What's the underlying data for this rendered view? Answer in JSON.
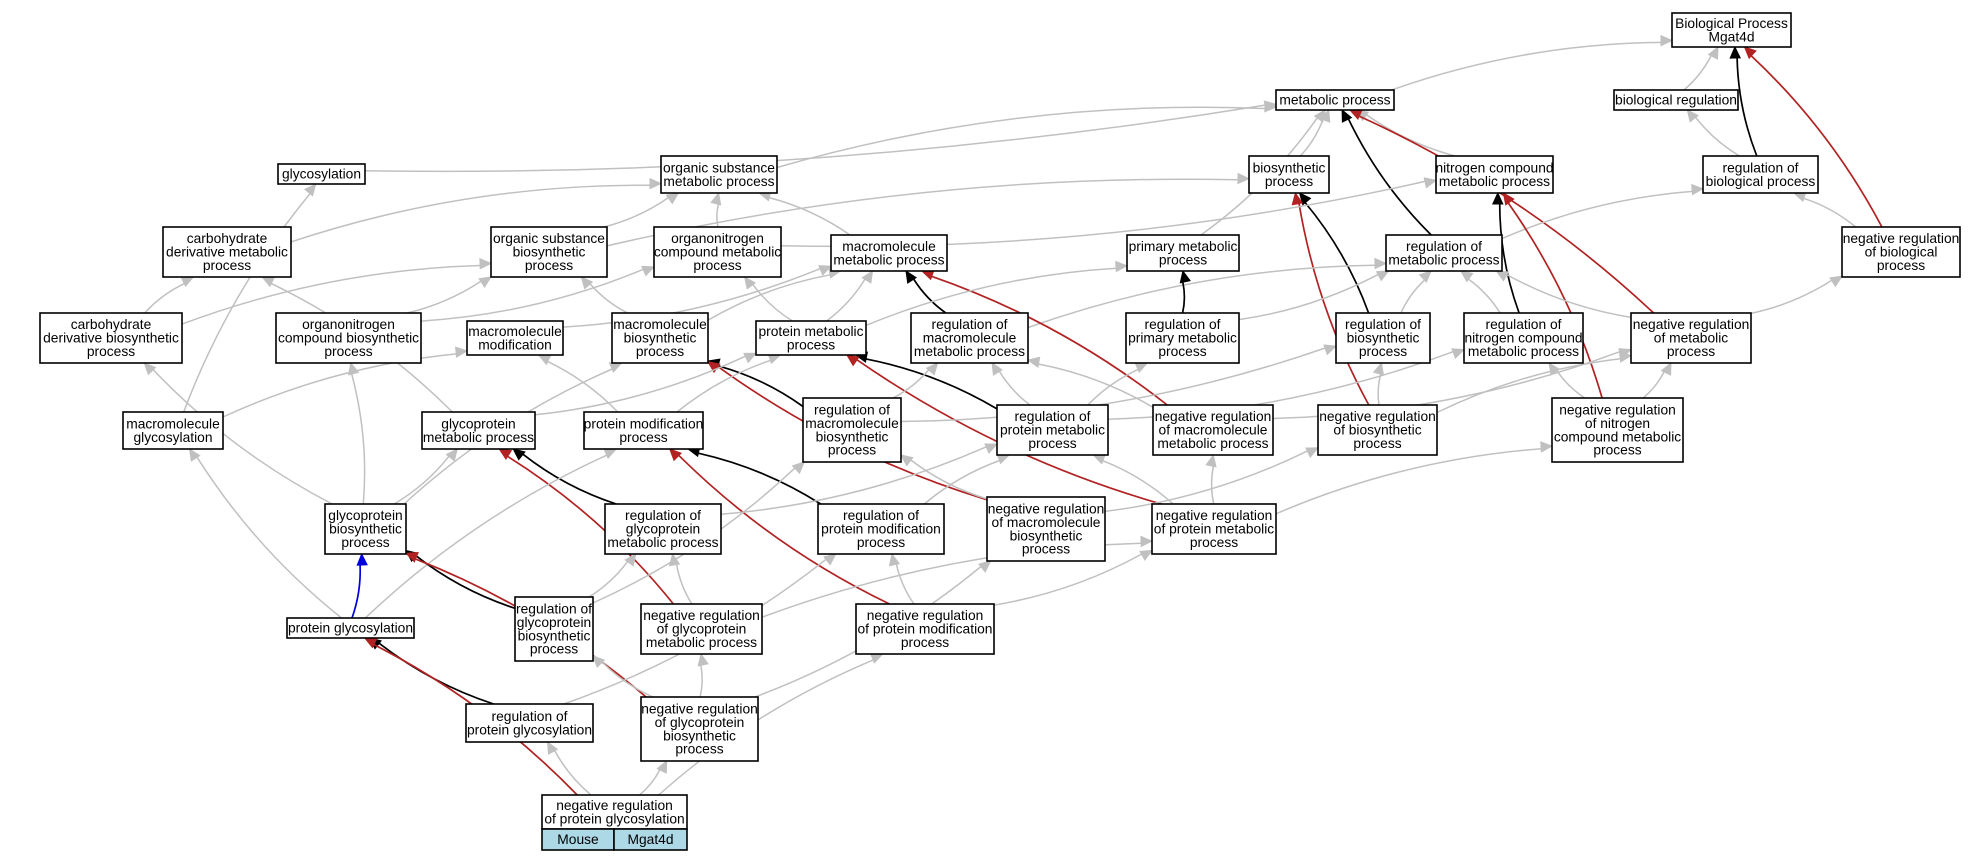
{
  "colors": {
    "background": "#ffffff",
    "node_border": "#000000",
    "node_fill": "#ffffff",
    "leaf_fill": "#add8e6",
    "is_a": "#c0c0c0",
    "regulates": "#000000",
    "negatively_regulates": "#b22222",
    "part_of": "#0000dd"
  },
  "nodes": {
    "bp_root": {
      "lines": [
        "Biological Process",
        "Mgat4d"
      ]
    },
    "metabolic": {
      "lines": [
        "metabolic process"
      ]
    },
    "bio_reg": {
      "lines": [
        "biological regulation"
      ]
    },
    "glycosylation": {
      "lines": [
        "glycosylation"
      ]
    },
    "org_sub_met": {
      "lines": [
        "organic substance",
        "metabolic process"
      ]
    },
    "biosynthetic": {
      "lines": [
        "biosynthetic",
        "process"
      ]
    },
    "nitro_met": {
      "lines": [
        "nitrogen compound",
        "metabolic process"
      ]
    },
    "reg_bio": {
      "lines": [
        "regulation of",
        "biological process"
      ]
    },
    "carb_deriv_met": {
      "lines": [
        "carbohydrate",
        "derivative metabolic",
        "process"
      ]
    },
    "org_sub_bios": {
      "lines": [
        "organic substance",
        "biosynthetic",
        "process"
      ]
    },
    "organonitro_met": {
      "lines": [
        "organonitrogen",
        "compound metabolic",
        "process"
      ]
    },
    "macro_met": {
      "lines": [
        "macromolecule",
        "metabolic process"
      ]
    },
    "primary_met": {
      "lines": [
        "primary metabolic",
        "process"
      ]
    },
    "reg_met": {
      "lines": [
        "regulation of",
        "metabolic process"
      ]
    },
    "neg_reg_bio": {
      "lines": [
        "negative regulation",
        "of biological",
        "process"
      ]
    },
    "carb_deriv_bios": {
      "lines": [
        "carbohydrate",
        "derivative biosynthetic",
        "process"
      ]
    },
    "organonitro_bios": {
      "lines": [
        "organonitrogen",
        "compound biosynthetic",
        "process"
      ]
    },
    "macro_mod": {
      "lines": [
        "macromolecule",
        "modification"
      ]
    },
    "macro_bios": {
      "lines": [
        "macromolecule",
        "biosynthetic",
        "process"
      ]
    },
    "protein_met": {
      "lines": [
        "protein metabolic",
        "process"
      ]
    },
    "reg_macro_met": {
      "lines": [
        "regulation of",
        "macromolecule",
        "metabolic process"
      ]
    },
    "reg_primary_met": {
      "lines": [
        "regulation of",
        "primary metabolic",
        "process"
      ]
    },
    "reg_bios": {
      "lines": [
        "regulation of",
        "biosynthetic",
        "process"
      ]
    },
    "reg_nitro_met": {
      "lines": [
        "regulation of",
        "nitrogen compound",
        "metabolic process"
      ]
    },
    "neg_reg_met": {
      "lines": [
        "negative regulation",
        "of metabolic",
        "process"
      ]
    },
    "macro_glyc": {
      "lines": [
        "macromolecule",
        "glycosylation"
      ]
    },
    "glycoprot_met": {
      "lines": [
        "glycoprotein",
        "metabolic process"
      ]
    },
    "prot_mod": {
      "lines": [
        "protein modification",
        "process"
      ]
    },
    "reg_macro_bios": {
      "lines": [
        "regulation of",
        "macromolecule",
        "biosynthetic",
        "process"
      ]
    },
    "reg_prot_met": {
      "lines": [
        "regulation of",
        "protein metabolic",
        "process"
      ]
    },
    "neg_reg_macro_met": {
      "lines": [
        "negative regulation",
        "of macromolecule",
        "metabolic process"
      ]
    },
    "neg_reg_bios": {
      "lines": [
        "negative regulation",
        "of biosynthetic",
        "process"
      ]
    },
    "neg_reg_nitro_met": {
      "lines": [
        "negative regulation",
        "of nitrogen",
        "compound metabolic",
        "process"
      ]
    },
    "glycoprot_bios": {
      "lines": [
        "glycoprotein",
        "biosynthetic",
        "process"
      ]
    },
    "reg_glycoprot_met": {
      "lines": [
        "regulation of",
        "glycoprotein",
        "metabolic process"
      ]
    },
    "reg_prot_mod": {
      "lines": [
        "regulation of",
        "protein modification",
        "process"
      ]
    },
    "neg_reg_macro_bios": {
      "lines": [
        "negative regulation",
        "of macromolecule",
        "biosynthetic",
        "process"
      ]
    },
    "neg_reg_prot_met": {
      "lines": [
        "negative regulation",
        "of protein metabolic",
        "process"
      ]
    },
    "prot_glyc": {
      "lines": [
        "protein glycosylation"
      ]
    },
    "reg_glycoprot_bios": {
      "lines": [
        "regulation of",
        "glycoprotein",
        "biosynthetic",
        "process"
      ]
    },
    "neg_reg_glycoprot_met": {
      "lines": [
        "negative regulation",
        "of glycoprotein",
        "metabolic process"
      ]
    },
    "neg_reg_prot_mod": {
      "lines": [
        "negative regulation",
        "of protein modification",
        "process"
      ]
    },
    "reg_prot_glyc": {
      "lines": [
        "regulation of",
        "protein glycosylation"
      ]
    },
    "neg_reg_glycoprot_bios": {
      "lines": [
        "negative regulation",
        "of glycoprotein",
        "biosynthetic",
        "process"
      ]
    },
    "target": {
      "lines": [
        "negative regulation",
        "of protein glycosylation"
      ]
    }
  },
  "legend_cells": {
    "organism": "Mouse",
    "gene": "Mgat4d"
  },
  "edges": [
    {
      "from": "metabolic",
      "to": "bp_root",
      "type": "is_a"
    },
    {
      "from": "bio_reg",
      "to": "bp_root",
      "type": "is_a"
    },
    {
      "from": "reg_bio",
      "to": "bp_root",
      "type": "regulates"
    },
    {
      "from": "neg_reg_bio",
      "to": "bp_root",
      "type": "negatively_regulates"
    },
    {
      "from": "reg_bio",
      "to": "bio_reg",
      "type": "is_a"
    },
    {
      "from": "glycosylation",
      "to": "metabolic",
      "type": "is_a"
    },
    {
      "from": "org_sub_met",
      "to": "metabolic",
      "type": "is_a"
    },
    {
      "from": "biosynthetic",
      "to": "metabolic",
      "type": "is_a"
    },
    {
      "from": "nitro_met",
      "to": "metabolic",
      "type": "is_a"
    },
    {
      "from": "primary_met",
      "to": "metabolic",
      "type": "is_a"
    },
    {
      "from": "reg_met",
      "to": "metabolic",
      "type": "regulates"
    },
    {
      "from": "neg_reg_met",
      "to": "metabolic",
      "type": "negatively_regulates"
    },
    {
      "from": "reg_met",
      "to": "reg_bio",
      "type": "is_a"
    },
    {
      "from": "neg_reg_bio",
      "to": "reg_bio",
      "type": "is_a"
    },
    {
      "from": "carb_deriv_met",
      "to": "org_sub_met",
      "type": "is_a"
    },
    {
      "from": "org_sub_bios",
      "to": "org_sub_met",
      "type": "is_a"
    },
    {
      "from": "organonitro_met",
      "to": "org_sub_met",
      "type": "is_a"
    },
    {
      "from": "macro_met",
      "to": "org_sub_met",
      "type": "is_a"
    },
    {
      "from": "org_sub_bios",
      "to": "biosynthetic",
      "type": "is_a"
    },
    {
      "from": "reg_bios",
      "to": "biosynthetic",
      "type": "regulates"
    },
    {
      "from": "neg_reg_bios",
      "to": "biosynthetic",
      "type": "negatively_regulates"
    },
    {
      "from": "organonitro_met",
      "to": "nitro_met",
      "type": "is_a"
    },
    {
      "from": "reg_nitro_met",
      "to": "nitro_met",
      "type": "regulates"
    },
    {
      "from": "neg_reg_nitro_met",
      "to": "nitro_met",
      "type": "negatively_regulates"
    },
    {
      "from": "reg_macro_met",
      "to": "reg_met",
      "type": "is_a"
    },
    {
      "from": "reg_primary_met",
      "to": "reg_met",
      "type": "is_a"
    },
    {
      "from": "reg_bios",
      "to": "reg_met",
      "type": "is_a"
    },
    {
      "from": "reg_nitro_met",
      "to": "reg_met",
      "type": "is_a"
    },
    {
      "from": "neg_reg_met",
      "to": "reg_met",
      "type": "is_a"
    },
    {
      "from": "neg_reg_met",
      "to": "neg_reg_bio",
      "type": "is_a"
    },
    {
      "from": "carb_deriv_bios",
      "to": "carb_deriv_met",
      "type": "is_a"
    },
    {
      "from": "glycoprot_met",
      "to": "carb_deriv_met",
      "type": "is_a"
    },
    {
      "from": "carb_deriv_bios",
      "to": "org_sub_bios",
      "type": "is_a"
    },
    {
      "from": "organonitro_bios",
      "to": "org_sub_bios",
      "type": "is_a"
    },
    {
      "from": "macro_bios",
      "to": "org_sub_bios",
      "type": "is_a"
    },
    {
      "from": "organonitro_bios",
      "to": "organonitro_met",
      "type": "is_a"
    },
    {
      "from": "protein_met",
      "to": "organonitro_met",
      "type": "is_a"
    },
    {
      "from": "macro_mod",
      "to": "macro_met",
      "type": "is_a"
    },
    {
      "from": "macro_bios",
      "to": "macro_met",
      "type": "is_a"
    },
    {
      "from": "protein_met",
      "to": "macro_met",
      "type": "is_a"
    },
    {
      "from": "reg_macro_met",
      "to": "macro_met",
      "type": "regulates"
    },
    {
      "from": "neg_reg_macro_met",
      "to": "macro_met",
      "type": "negatively_regulates"
    },
    {
      "from": "protein_met",
      "to": "primary_met",
      "type": "is_a"
    },
    {
      "from": "reg_primary_met",
      "to": "primary_met",
      "type": "regulates"
    },
    {
      "from": "glycoprot_bios",
      "to": "carb_deriv_bios",
      "type": "is_a"
    },
    {
      "from": "glycoprot_bios",
      "to": "organonitro_bios",
      "type": "is_a"
    },
    {
      "from": "macro_glyc",
      "to": "macro_mod",
      "type": "is_a"
    },
    {
      "from": "prot_mod",
      "to": "macro_mod",
      "type": "is_a"
    },
    {
      "from": "glycoprot_bios",
      "to": "macro_bios",
      "type": "is_a"
    },
    {
      "from": "reg_macro_bios",
      "to": "macro_bios",
      "type": "regulates"
    },
    {
      "from": "neg_reg_macro_bios",
      "to": "macro_bios",
      "type": "negatively_regulates"
    },
    {
      "from": "glycoprot_met",
      "to": "protein_met",
      "type": "is_a"
    },
    {
      "from": "prot_mod",
      "to": "protein_met",
      "type": "is_a"
    },
    {
      "from": "reg_prot_met",
      "to": "protein_met",
      "type": "regulates"
    },
    {
      "from": "neg_reg_prot_met",
      "to": "protein_met",
      "type": "negatively_regulates"
    },
    {
      "from": "reg_macro_bios",
      "to": "reg_macro_met",
      "type": "is_a"
    },
    {
      "from": "reg_prot_met",
      "to": "reg_macro_met",
      "type": "is_a"
    },
    {
      "from": "neg_reg_macro_met",
      "to": "reg_macro_met",
      "type": "is_a"
    },
    {
      "from": "reg_prot_met",
      "to": "reg_primary_met",
      "type": "is_a"
    },
    {
      "from": "reg_macro_bios",
      "to": "reg_bios",
      "type": "is_a"
    },
    {
      "from": "neg_reg_bios",
      "to": "reg_bios",
      "type": "is_a"
    },
    {
      "from": "reg_prot_met",
      "to": "reg_nitro_met",
      "type": "is_a"
    },
    {
      "from": "neg_reg_nitro_met",
      "to": "reg_nitro_met",
      "type": "is_a"
    },
    {
      "from": "neg_reg_macro_met",
      "to": "neg_reg_met",
      "type": "is_a"
    },
    {
      "from": "neg_reg_bios",
      "to": "neg_reg_met",
      "type": "is_a"
    },
    {
      "from": "neg_reg_nitro_met",
      "to": "neg_reg_met",
      "type": "is_a"
    },
    {
      "from": "macro_glyc",
      "to": "glycosylation",
      "type": "is_a"
    },
    {
      "from": "glycoprot_bios",
      "to": "glycoprot_met",
      "type": "is_a"
    },
    {
      "from": "reg_glycoprot_met",
      "to": "glycoprot_met",
      "type": "regulates"
    },
    {
      "from": "neg_reg_glycoprot_met",
      "to": "glycoprot_met",
      "type": "negatively_regulates"
    },
    {
      "from": "prot_glyc",
      "to": "prot_mod",
      "type": "is_a"
    },
    {
      "from": "reg_prot_mod",
      "to": "prot_mod",
      "type": "regulates"
    },
    {
      "from": "neg_reg_prot_mod",
      "to": "prot_mod",
      "type": "negatively_regulates"
    },
    {
      "from": "reg_glycoprot_bios",
      "to": "reg_macro_bios",
      "type": "is_a"
    },
    {
      "from": "neg_reg_macro_bios",
      "to": "reg_macro_bios",
      "type": "is_a"
    },
    {
      "from": "reg_glycoprot_met",
      "to": "reg_prot_met",
      "type": "is_a"
    },
    {
      "from": "reg_prot_mod",
      "to": "reg_prot_met",
      "type": "is_a"
    },
    {
      "from": "neg_reg_prot_met",
      "to": "reg_prot_met",
      "type": "is_a"
    },
    {
      "from": "neg_reg_prot_met",
      "to": "neg_reg_macro_met",
      "type": "is_a"
    },
    {
      "from": "neg_reg_macro_bios",
      "to": "neg_reg_bios",
      "type": "is_a"
    },
    {
      "from": "neg_reg_prot_met",
      "to": "neg_reg_nitro_met",
      "type": "is_a"
    },
    {
      "from": "prot_glyc",
      "to": "glycoprot_bios",
      "type": "part_of"
    },
    {
      "from": "reg_glycoprot_bios",
      "to": "glycoprot_bios",
      "type": "regulates"
    },
    {
      "from": "neg_reg_glycoprot_bios",
      "to": "glycoprot_bios",
      "type": "negatively_regulates"
    },
    {
      "from": "prot_glyc",
      "to": "macro_glyc",
      "type": "is_a"
    },
    {
      "from": "reg_glycoprot_bios",
      "to": "reg_glycoprot_met",
      "type": "is_a"
    },
    {
      "from": "neg_reg_glycoprot_met",
      "to": "reg_glycoprot_met",
      "type": "is_a"
    },
    {
      "from": "reg_prot_glyc",
      "to": "reg_prot_mod",
      "type": "is_a"
    },
    {
      "from": "neg_reg_prot_mod",
      "to": "reg_prot_mod",
      "type": "is_a"
    },
    {
      "from": "neg_reg_glycoprot_bios",
      "to": "neg_reg_macro_bios",
      "type": "is_a"
    },
    {
      "from": "neg_reg_glycoprot_met",
      "to": "neg_reg_prot_met",
      "type": "is_a"
    },
    {
      "from": "neg_reg_prot_mod",
      "to": "neg_reg_prot_met",
      "type": "is_a"
    },
    {
      "from": "reg_prot_glyc",
      "to": "prot_glyc",
      "type": "regulates"
    },
    {
      "from": "target",
      "to": "prot_glyc",
      "type": "negatively_regulates"
    },
    {
      "from": "neg_reg_glycoprot_bios",
      "to": "reg_glycoprot_bios",
      "type": "is_a"
    },
    {
      "from": "neg_reg_glycoprot_bios",
      "to": "neg_reg_glycoprot_met",
      "type": "is_a"
    },
    {
      "from": "target",
      "to": "reg_prot_glyc",
      "type": "is_a"
    },
    {
      "from": "target",
      "to": "neg_reg_glycoprot_bios",
      "type": "is_a"
    },
    {
      "from": "target",
      "to": "neg_reg_prot_mod",
      "type": "is_a"
    }
  ]
}
